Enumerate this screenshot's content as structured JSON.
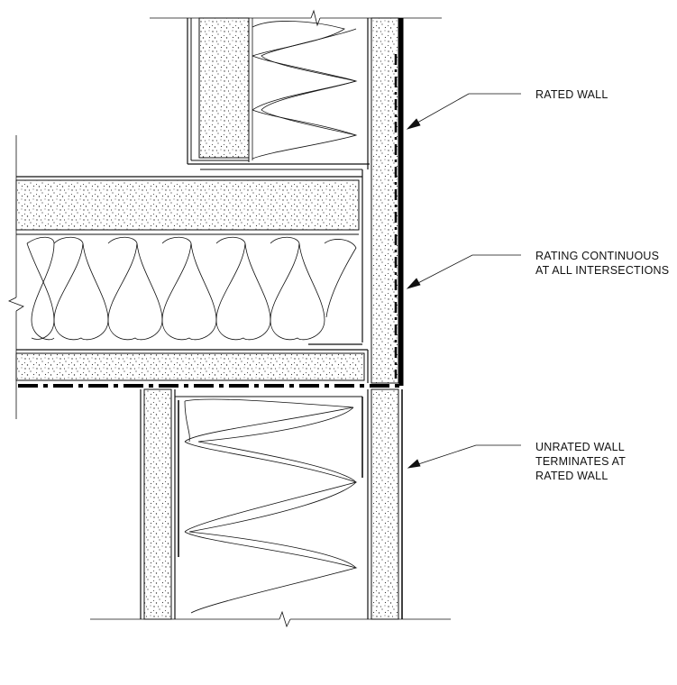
{
  "callouts": {
    "rated_wall": [
      "RATED WALL"
    ],
    "rating_continuous": [
      "RATING CONTINUOUS",
      "AT ALL INTERSECTIONS"
    ],
    "unrated_wall": [
      "UNRATED WALL",
      "TERMINATES AT",
      "RATED WALL"
    ]
  },
  "colors": {
    "line": "#111111",
    "rating_line": "#000000",
    "stipple": "#333333",
    "background": "#ffffff"
  }
}
